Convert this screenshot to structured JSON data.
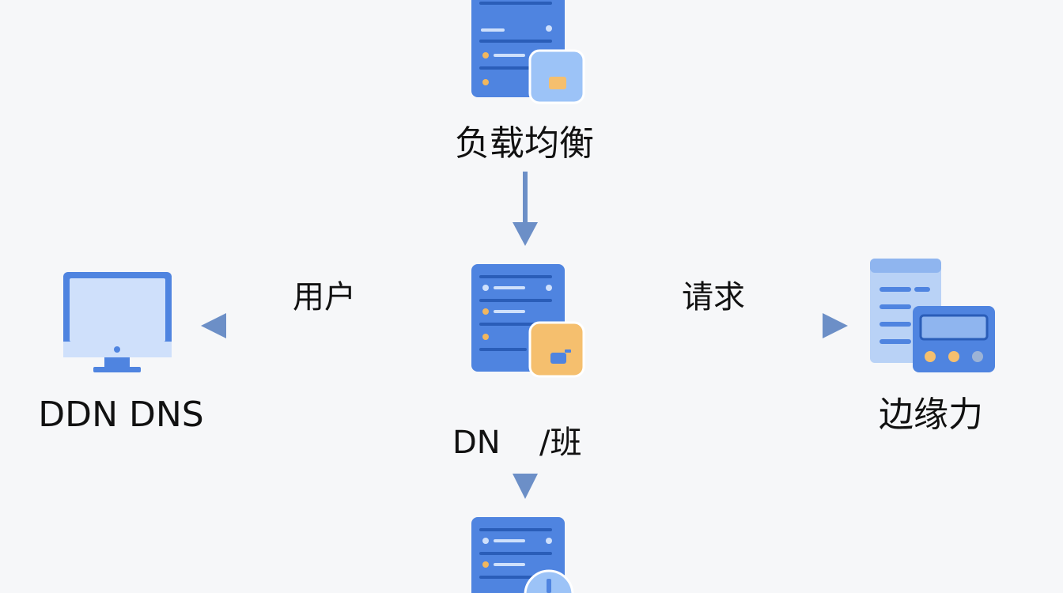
{
  "nodes": {
    "top_server": {
      "label": "负载均衡"
    },
    "left_monitor": {
      "label": "DDN DNS"
    },
    "right_device": {
      "label": "边缘力"
    }
  },
  "edges": {
    "left": {
      "label": "用户"
    },
    "right": {
      "label": "请求"
    },
    "down_left": {
      "label": "DN"
    },
    "down_right": {
      "label": "/班"
    }
  },
  "colors": {
    "server_blue": "#4f84e0",
    "server_blue_light": "#8fb5ef",
    "arrow": "#6c8fc7",
    "badge_blue": "#9cc3f7",
    "badge_orange": "#f5bf6e"
  }
}
